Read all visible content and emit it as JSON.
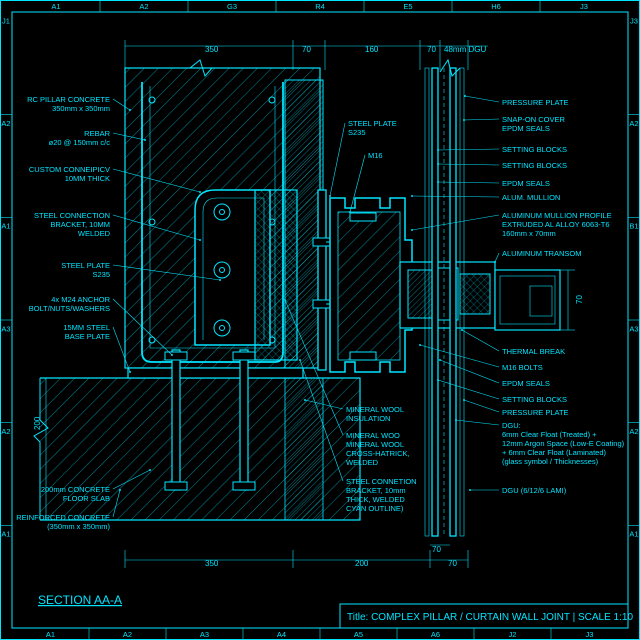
{
  "grid": {
    "top": [
      "A1",
      "A2",
      "G3",
      "R4",
      "E5",
      "H6",
      "J3"
    ],
    "bottom": [
      "A1",
      "A2",
      "A3",
      "A4",
      "A5",
      "A6",
      "J2",
      "J3"
    ],
    "left": [
      "J1",
      "A2",
      "A1",
      "A3",
      "A2",
      "A1"
    ],
    "right": [
      "J3",
      "A2",
      "B1",
      "A3",
      "A2",
      "A1"
    ]
  },
  "dims": {
    "top": [
      "350",
      "70",
      "160",
      "70",
      "48mm DGU"
    ],
    "bottom": [
      "350",
      "200",
      "70"
    ],
    "bottom2": "70",
    "side_left": "200",
    "side_right": "70"
  },
  "left_labels": [
    {
      "lines": [
        "RC PILLAR CONCRETE",
        "350mm x 350mm"
      ]
    },
    {
      "lines": [
        "REBAR",
        "ø20 @ 150mm c/c"
      ]
    },
    {
      "lines": [
        "CUSTOM CONNEIPICV",
        "10MM THICK"
      ]
    },
    {
      "lines": [
        "STEEL CONNECTION",
        "BRACKET, 10MM",
        "WELDED"
      ]
    },
    {
      "lines": [
        "STEEL PLATE",
        "S235"
      ]
    },
    {
      "lines": [
        "4x M24 ANCHOR",
        "BOLT/NUTS/WASHERS"
      ]
    },
    {
      "lines": [
        "15MM STEEL",
        "BASE PLATE"
      ]
    },
    {
      "lines": [
        "200mm CONCRETE",
        "FLOOR SLAB"
      ]
    },
    {
      "lines": [
        "REINFORCED CONCRETE",
        "(350mm x 350mm)"
      ]
    }
  ],
  "mid_labels": [
    {
      "lines": [
        "STEEL PLATE",
        "S235"
      ]
    },
    {
      "lines": [
        "M16"
      ]
    },
    {
      "lines": [
        "MINERAL WOOL",
        "INSULATION"
      ]
    },
    {
      "lines": [
        "MINERAL WOO",
        "MINERAL WOOL",
        "CROSS-HATRICK,",
        "WELDED"
      ]
    },
    {
      "lines": [
        "STEEL CONNETION",
        "BRACKET, 10mm",
        "THICK, WELDED",
        "CYAN OUTLINE)"
      ]
    }
  ],
  "right_labels": [
    {
      "lines": [
        "PRESSURE PLATE"
      ]
    },
    {
      "lines": [
        "SNAP-ON COVER",
        "EPDM SEALS"
      ]
    },
    {
      "lines": [
        "SETTING BLOCKS"
      ]
    },
    {
      "lines": [
        "SETTING BLOCKS"
      ]
    },
    {
      "lines": [
        "EPDM SEALS"
      ]
    },
    {
      "lines": [
        "ALUM. MULLION"
      ]
    },
    {
      "lines": [
        "ALUMINUM MULLION PROFILE",
        "EXTRUDED AL ALLOY 6063-T6",
        "160mm x 70mm"
      ]
    },
    {
      "lines": [
        "ALUMINUM TRANSOM"
      ]
    },
    {
      "lines": [
        "THERMAL BREAK"
      ]
    },
    {
      "lines": [
        "M16 BOLTS"
      ]
    },
    {
      "lines": [
        "EPDM SEALS"
      ]
    },
    {
      "lines": [
        "SETTING BLOCKS"
      ]
    },
    {
      "lines": [
        "PRESSURE PLATE"
      ]
    },
    {
      "lines": [
        "DGU:",
        "6mm Clear Float (Treated) +",
        "12mm Argon Space (Low-E Coating)",
        "+ 6mm Clear Float (Laminated)",
        "(glass symbol / Thicknesses)"
      ]
    },
    {
      "lines": [
        "DGU (6/12/6 LAMI)"
      ]
    }
  ],
  "section_title": "SECTION AA-A",
  "title_block": "Title: COMPLEX PILLAR / CURTAIN WALL JOINT | SCALE 1:10",
  "colors": {
    "line": "#00e5ff",
    "background": "#000000"
  }
}
